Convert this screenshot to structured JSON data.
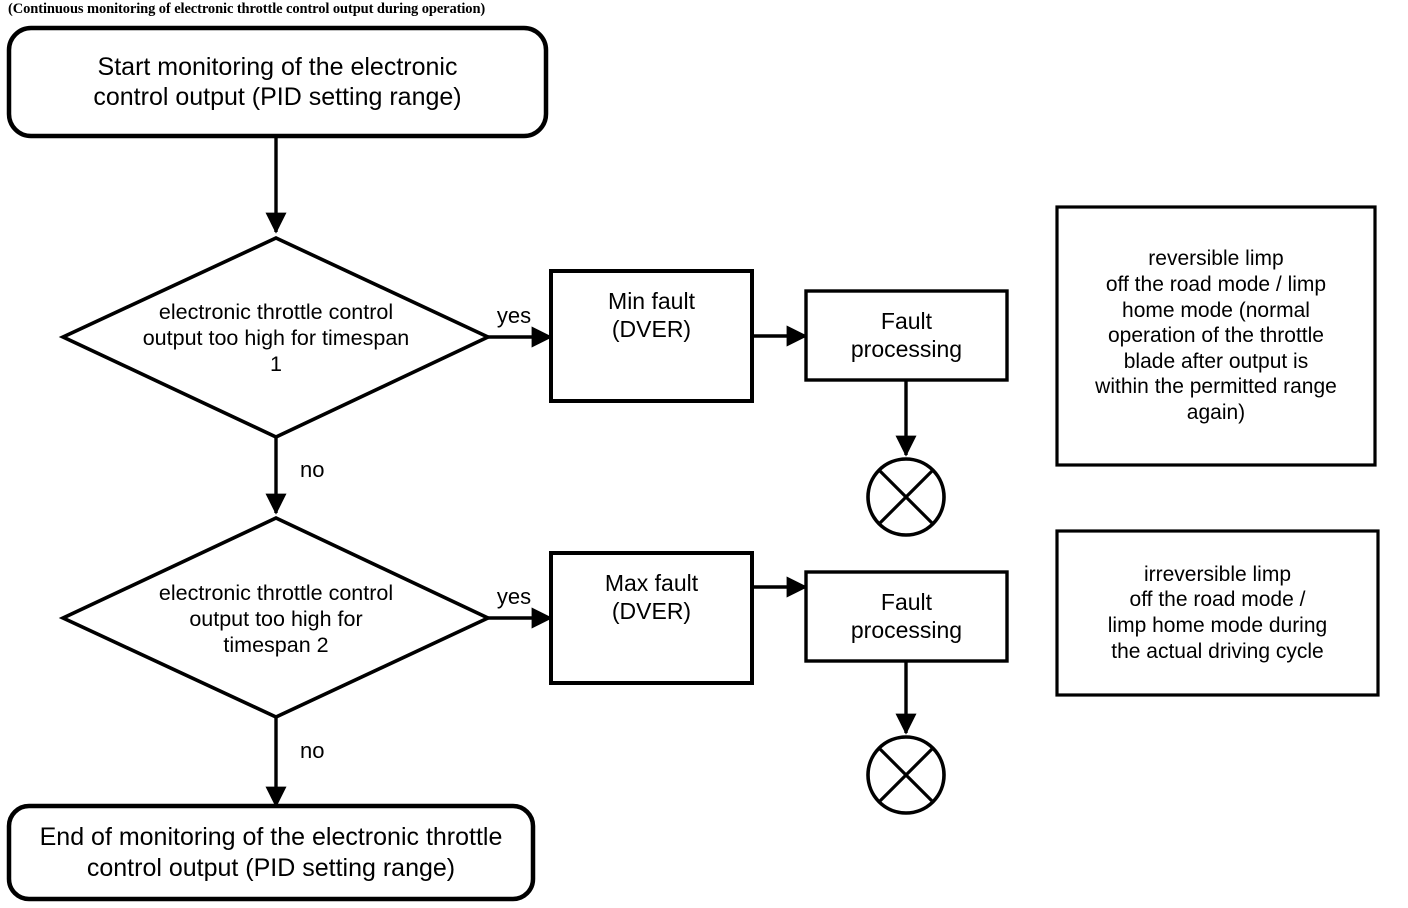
{
  "diagram": {
    "caption": "(Continuous monitoring of electronic throttle control output during operation)",
    "start": {
      "label": "Start monitoring of the electronic\ncontrol output (PID setting range)"
    },
    "decision1": {
      "label": "electronic throttle control\noutput too high for timespan\n1",
      "yes_label": "yes",
      "no_label": "no"
    },
    "decision2": {
      "label": "electronic throttle control\noutput too high for\ntimespan 2",
      "yes_label": "yes",
      "no_label": "no"
    },
    "min_fault": {
      "label": "Min fault\n(DVER)"
    },
    "max_fault": {
      "label": "Max fault\n(DVER)"
    },
    "fault_processing_1": {
      "label": "Fault\nprocessing"
    },
    "fault_processing_2": {
      "label": "Fault\nprocessing"
    },
    "lamp1": {
      "icon": "crossed-circle-lamp-icon"
    },
    "lamp2": {
      "icon": "crossed-circle-lamp-icon"
    },
    "note1": {
      "label": "reversible limp\noff the road mode / limp\nhome mode (normal\noperation of the throttle\nblade after output is\nwithin the permitted range\nagain)"
    },
    "note2": {
      "label": "irreversible limp\noff the road mode /\nlimp home mode during\nthe actual driving cycle"
    },
    "end": {
      "label": "End of monitoring of the electronic throttle\ncontrol output (PID setting range)"
    },
    "colors": {
      "stroke": "#000000",
      "fill": "#ffffff",
      "text": "#000000"
    }
  }
}
